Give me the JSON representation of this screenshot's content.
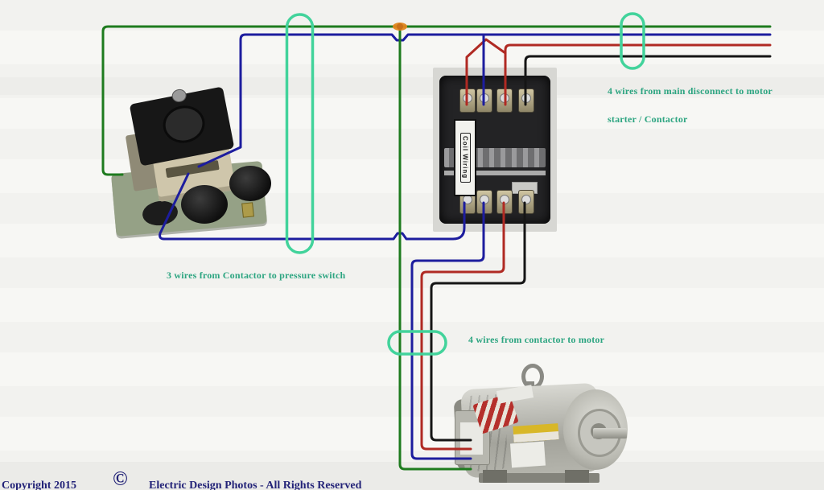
{
  "diagram": {
    "callout_main_disconnect": {
      "line1": "4 wires from main disconnect to motor",
      "line2": "starter / Contactor"
    },
    "callout_pressure_switch": "3 wires from Contactor to pressure switch",
    "callout_motor": "4 wires from contactor to motor",
    "contactor_label": "Coil Wiring",
    "footer": {
      "copyright": "Copyright 2015",
      "symbol": "©",
      "credit": "Electric Design Photos - All Rights Reserved"
    }
  },
  "colors": {
    "wire-green": "#1e7b1e",
    "wire-blue": "#1d1d9e",
    "wire-red": "#b02a23",
    "wire-black": "#151515",
    "callout-green": "#42d39b",
    "junction-orange": "#e0861c",
    "label-text": "#2da581",
    "footer-text": "#232378"
  }
}
